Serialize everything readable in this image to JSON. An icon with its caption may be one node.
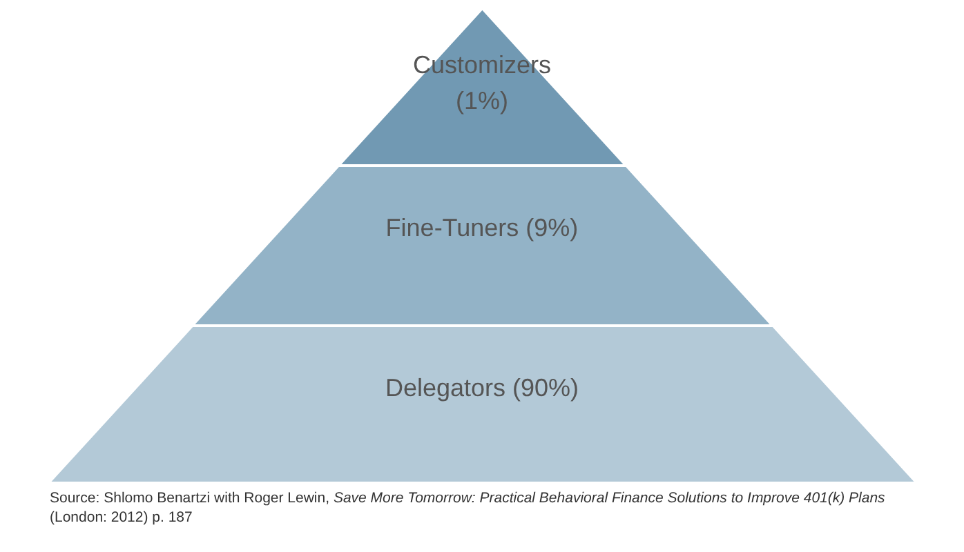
{
  "diagram": {
    "caption": "Source: Shlomo Benartzi with Roger Lewin, *Save More Tomorrow: Practical Behavioral Finance Solutions to Improve 401(k) Plans* (London: 2012) p. 187",
    "nodes": [
      {
        "text": [
          "Customizers (1%)"
        ]
      },
      {
        "text": [
          "Fine-Tuners (9%)"
        ]
      },
      {
        "text": [
          "Delegators (90%)"
        ]
      }
    ],
    "edges": []
  }
}
